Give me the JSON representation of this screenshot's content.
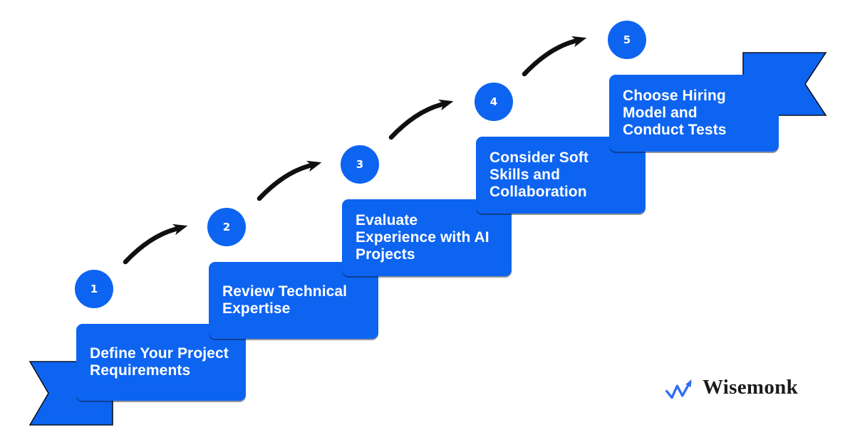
{
  "title": "Hiring steps infographic",
  "colors": {
    "primary_blue": "#0d64f1",
    "arrow_black": "#101010",
    "ribbon_border": "#0c1322",
    "text_white": "#ffffff",
    "logo_text": "#1b1b1b",
    "logo_mark_blue": "#2e6cf5",
    "canvas_bg": "#ffffff"
  },
  "steps": [
    {
      "number": "1",
      "label": "Define Your Project\nRequirements"
    },
    {
      "number": "2",
      "label": "Review Technical\nExpertise"
    },
    {
      "number": "3",
      "label": "Evaluate\nExperience with AI\nProjects"
    },
    {
      "number": "4",
      "label": "Consider Soft\nSkills and\nCollaboration"
    },
    {
      "number": "5",
      "label": "Choose Hiring\nModel and\nConduct Tests"
    }
  ],
  "icons": {
    "arrow": "curved-arrow-icon",
    "ribbon_start": "ribbon-flag-icon",
    "ribbon_end": "ribbon-flag-icon",
    "logo_mark": "wisemonk-wave-arrow-icon"
  },
  "brand": {
    "name": "Wisemonk"
  }
}
